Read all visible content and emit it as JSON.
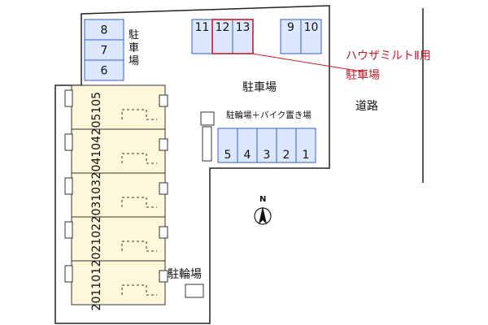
{
  "lot_main_label": "駐車場",
  "lot_left_label": [
    "駐",
    "車",
    "場"
  ],
  "road_label": "道路",
  "bike_parking_combo_label": "駐輪場＋バイク置き場",
  "bike_parking_label": "駐輪場",
  "highlight_note_line1": "ハウザミルトⅡ用",
  "highlight_note_line2": "駐車場",
  "compass_label": "N",
  "spaces_top_row": [
    "11",
    "12",
    "13"
  ],
  "highlighted_space": "12",
  "spaces_top_right": [
    "9",
    "10"
  ],
  "spaces_left_column": [
    "8",
    "7",
    "6"
  ],
  "spaces_bottom_row": [
    "5",
    "4",
    "3",
    "2",
    "1"
  ],
  "units": [
    {
      "upper": "205",
      "lower": "105"
    },
    {
      "upper": "204",
      "lower": "104"
    },
    {
      "upper": "203",
      "lower": "103"
    },
    {
      "upper": "202",
      "lower": "102"
    },
    {
      "upper": "201",
      "lower": "101"
    }
  ],
  "colors": {
    "parking_fill": "#dce8ff",
    "parking_stroke": "#3a5bd0",
    "unit_fill": "#fff7d9",
    "highlight": "#c0202a"
  }
}
